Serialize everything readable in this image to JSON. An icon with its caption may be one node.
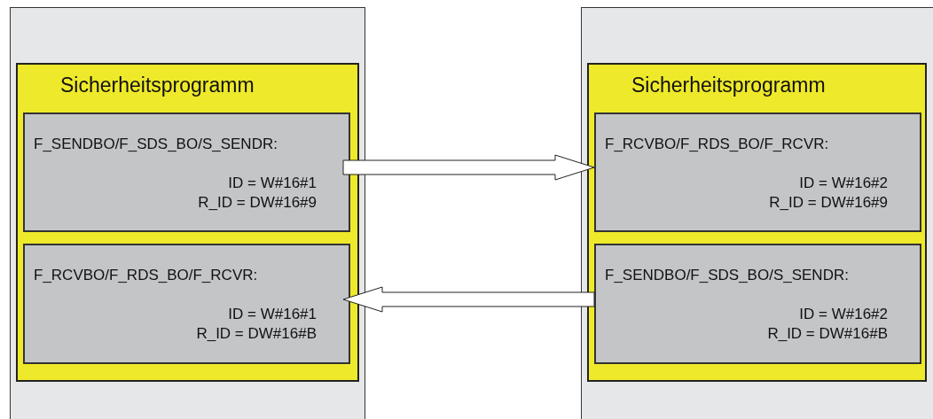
{
  "diagram": {
    "nodes": [
      {
        "text": [],
        "shape": "box"
      },
      {
        "text": [
          "Sicherheitsprogramm"
        ],
        "in": 0
      },
      {
        "text": [
          "F_SENDBO/F_SDS_BO/S_SENDR:",
          "ID = W#16#1",
          "R_ID = DW#16#9"
        ],
        "in": 1
      },
      {
        "text": [
          "F_RCVBO/F_RDS_BO/F_RCVR:",
          "ID = W#16#1",
          "R_ID = DW#16#B"
        ],
        "in": 1
      },
      {
        "text": [],
        "shape": "box"
      },
      {
        "text": [
          "Sicherheitsprogramm"
        ],
        "in": 4
      },
      {
        "text": [
          "F_RCVBO/F_RDS_BO/F_RCVR:",
          "ID = W#16#2",
          "R_ID = DW#16#9"
        ],
        "in": 5
      },
      {
        "text": [
          "F_SENDBO/F_SDS_BO/S_SENDR:",
          "ID = W#16#2",
          "R_ID = DW#16#B"
        ],
        "in": 5
      }
    ],
    "edges": [
      {
        "from": 2,
        "to": 6,
        "arrow": "to"
      },
      {
        "from": 7,
        "to": 3,
        "arrow": "to"
      }
    ]
  }
}
